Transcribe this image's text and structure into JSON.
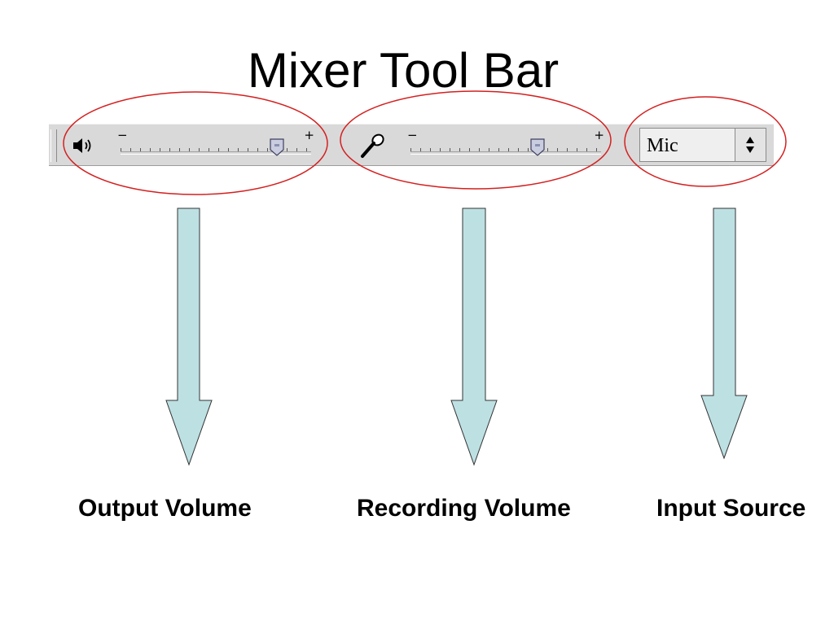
{
  "slide": {
    "title": "Mixer Tool Bar"
  },
  "toolbar": {
    "output_volume": {
      "icon": "speaker-icon",
      "min_label": "−",
      "max_label": "+",
      "level": 0.85
    },
    "recording_volume": {
      "icon": "microphone-icon",
      "min_label": "−",
      "max_label": "+",
      "level": 0.68
    },
    "input_source": {
      "selected": "Mic",
      "icon": "spinner-arrows-icon"
    }
  },
  "annotations": {
    "labels": [
      "Output Volume",
      "Recording Volume",
      "Input Source"
    ],
    "ellipse_color": "#d42020",
    "arrow_fill": "#bde0e3",
    "arrow_stroke": "#333333"
  }
}
